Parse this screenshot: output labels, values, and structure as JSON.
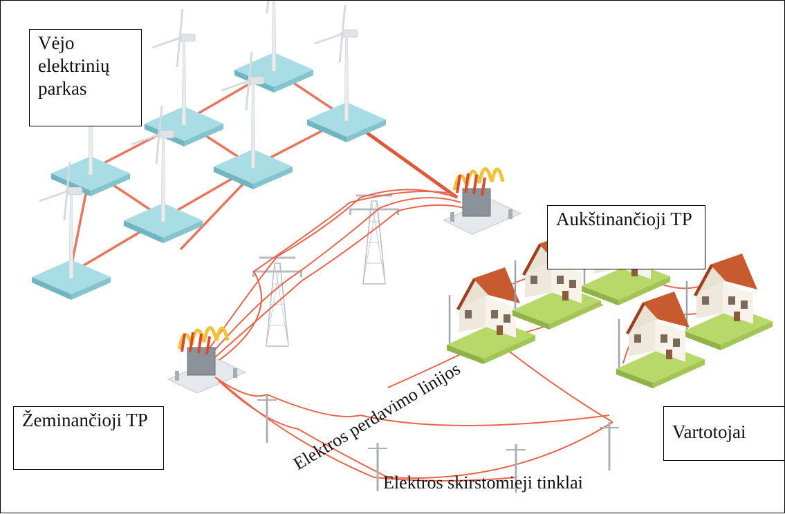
{
  "labels": {
    "wind_park": "Vėjo elektrinių parkas",
    "step_up": "Aukštinančioji TP",
    "step_down": "Žeminančioji TP",
    "consumers": "Vartotojai",
    "transmission_lines": "Elektros perdavimo linijos",
    "distribution_networks": "Elektros skirstomieji tinklai"
  },
  "colors": {
    "platform": "#9fd6de",
    "cable": "#e8644a",
    "roof": "#c75a2f",
    "house_wall": "#f3ede3",
    "lawn": "#b9d86a"
  },
  "icons": [
    "wind-turbine-icon",
    "substation-icon",
    "pylon-icon",
    "house-icon",
    "distribution-pole-icon"
  ]
}
